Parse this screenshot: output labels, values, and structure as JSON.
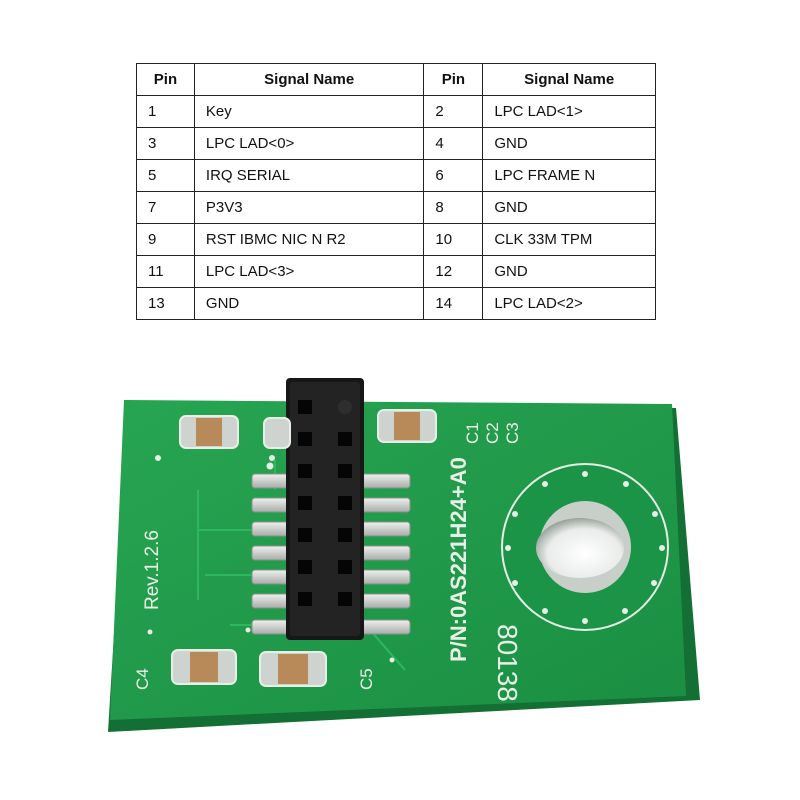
{
  "table": {
    "headers": [
      "Pin",
      "Signal Name",
      "Pin",
      "Signal Name"
    ],
    "rows": [
      [
        "1",
        "Key",
        "2",
        "LPC LAD<1>"
      ],
      [
        "3",
        "LPC LAD<0>",
        "4",
        "GND"
      ],
      [
        "5",
        "IRQ SERIAL",
        "6",
        "LPC FRAME N"
      ],
      [
        "7",
        "P3V3",
        "8",
        "GND"
      ],
      [
        "9",
        "RST IBMC NIC N R2",
        "10",
        "CLK 33M TPM"
      ],
      [
        "11",
        "LPC LAD<3>",
        "12",
        "GND"
      ],
      [
        "13",
        "GND",
        "14",
        "LPC LAD<2>"
      ]
    ]
  },
  "board": {
    "silkscreen": {
      "part_number": "P/N:0AS221H24+A0",
      "revision": "Rev.1.2.6",
      "serial": "80138",
      "c1": "C1",
      "c2": "C2",
      "c3": "C3",
      "c4": "C4",
      "c5": "C5"
    },
    "colors": {
      "pcb": "#1f9a4a",
      "pcb_dark": "#17823c",
      "silkscreen": "#e8efe6",
      "connector": "#1b1b1b",
      "pad": "#c9ccc9",
      "capacitor": "#b88a5a"
    }
  }
}
